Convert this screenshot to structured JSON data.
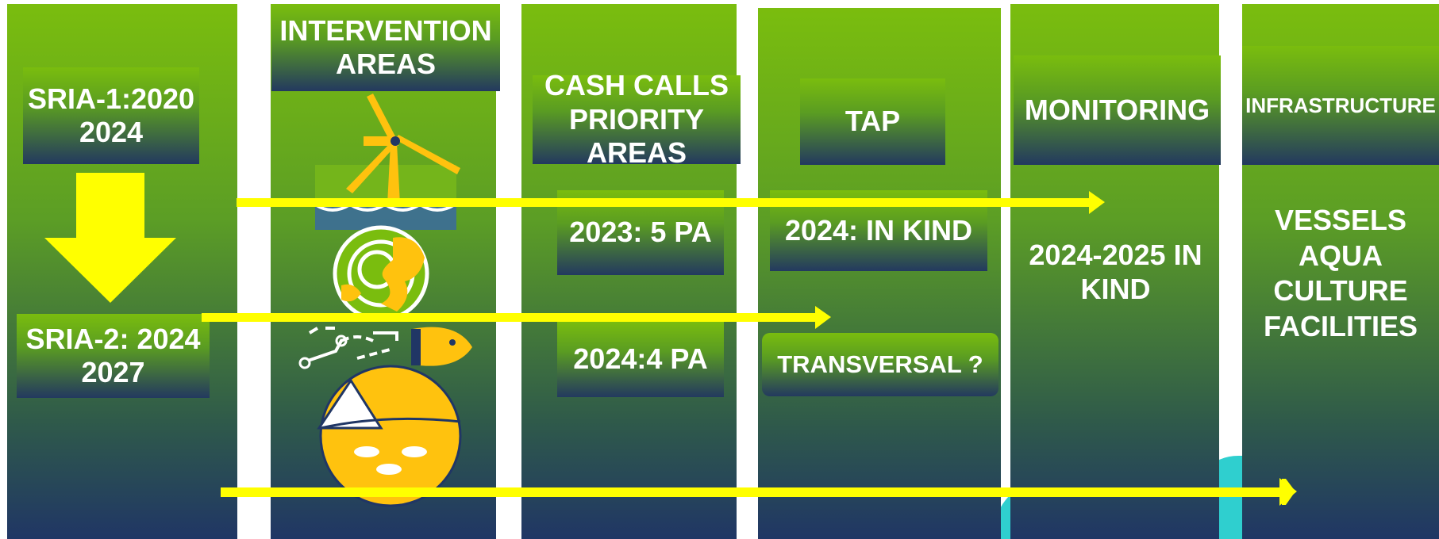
{
  "columns": {
    "sria": {
      "sria1": "SRIA-1:2020\n2024",
      "sria2": "SRIA-2: 2024\n2027"
    },
    "intervention": {
      "header": "INTERVENTION\nAREAS",
      "icons": [
        "wind-turbine-icon",
        "ocean-map-icon",
        "fishing-route-icon",
        "aquaculture-pie-icon"
      ]
    },
    "cash_calls": {
      "header": "CASH CALLS\nPRIORITY\nAREAS",
      "item1": "2023: 5 PA",
      "item2": "2024:4 PA"
    },
    "tap": {
      "header": "TAP",
      "item1": "2024: IN KIND",
      "item2": "TRANSVERSAL ?"
    },
    "monitoring": {
      "header": "MONITORING",
      "item1": "2024-2025 IN\nKIND"
    },
    "infrastructure": {
      "header": "INFRASTRUCTURE",
      "item1": "VESSELS\nAQUA\nCULTURE\nFACILITIES"
    }
  },
  "colors": {
    "green": "#7abd0e",
    "navy": "#203665",
    "arrow": "#ffff00",
    "icon_yellow": "#ffc20e",
    "teal": "#2fcfcf"
  }
}
